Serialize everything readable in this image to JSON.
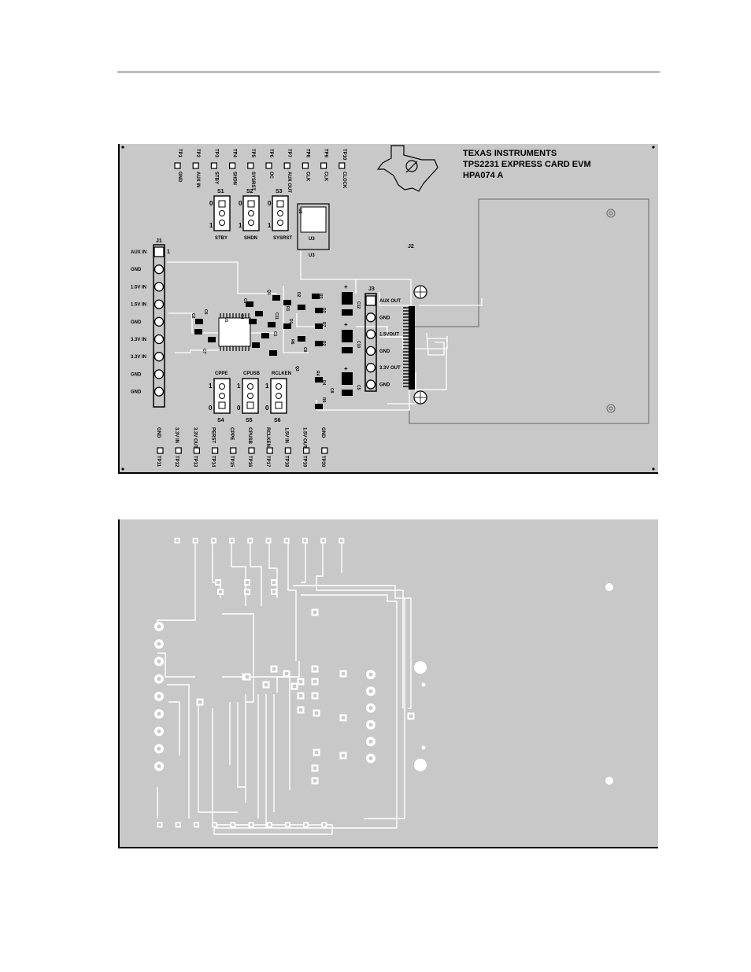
{
  "top_layer": {
    "title_lines": [
      "TEXAS INSTRUMENTS",
      "TPS2231 EXPRESS CARD EVM",
      "HPA074 A"
    ],
    "top_testpoints": [
      {
        "id": "TP1",
        "label": "GND"
      },
      {
        "id": "TP2",
        "label": "AUX IN"
      },
      {
        "id": "TP3",
        "label": "STBY"
      },
      {
        "id": "TP4",
        "label": "SHDN"
      },
      {
        "id": "TP5",
        "label": "SYSRST"
      },
      {
        "id": "TP6",
        "label": "OC"
      },
      {
        "id": "TP7",
        "label": "AUX OUT"
      },
      {
        "id": "TP8",
        "label": "CLK"
      },
      {
        "id": "TP9",
        "label": "CLK"
      },
      {
        "id": "TP10",
        "label": "CLOCK"
      }
    ],
    "bottom_testpoints": [
      {
        "id": "TP11",
        "label": "GND"
      },
      {
        "id": "TP12",
        "label": "3.3V IN"
      },
      {
        "id": "TP13",
        "label": "3.3V OUT"
      },
      {
        "id": "TP14",
        "label": "PERST"
      },
      {
        "id": "TP15",
        "label": "CPPE"
      },
      {
        "id": "TP16",
        "label": "CPUSB"
      },
      {
        "id": "TP17",
        "label": "RCLKEN"
      },
      {
        "id": "TP18",
        "label": "1.5V IN"
      },
      {
        "id": "TP19",
        "label": "1.5V OUT"
      },
      {
        "id": "TP20",
        "label": "GND"
      }
    ],
    "switches_top": [
      {
        "id": "S1",
        "label": "STBY"
      },
      {
        "id": "S2",
        "label": "SHDN"
      },
      {
        "id": "S3",
        "label": "SYSRST"
      }
    ],
    "switches_bottom": [
      {
        "id": "S4",
        "label": "CPPE"
      },
      {
        "id": "S5",
        "label": "CPUSB"
      },
      {
        "id": "S6",
        "label": "RCLKEN"
      }
    ],
    "switch_marks": {
      "zero": "0",
      "one": "1"
    },
    "j1": {
      "id": "J1",
      "pin1": "1",
      "pins": [
        "AUX IN",
        "GND",
        "1.5V IN",
        "1.5V IN",
        "GND",
        "3.3V IN",
        "3.3V IN",
        "GND",
        "GND"
      ]
    },
    "j2": {
      "id": "J2"
    },
    "j3": {
      "id": "J3",
      "pins": [
        "AUX OUT",
        "GND",
        "1.5VOUT",
        "GND",
        "3.3V OUT",
        "GND"
      ]
    },
    "u3": {
      "id": "U3"
    },
    "components": [
      "U1",
      "U2",
      "Q1",
      "Q2",
      "C1",
      "C2",
      "C3",
      "C4",
      "C5",
      "C6",
      "C7",
      "C8",
      "C9",
      "C10",
      "C11",
      "C12",
      "R1",
      "R2",
      "R3",
      "R4",
      "R5",
      "R6",
      "R7",
      "D1",
      "D2",
      "D3",
      "D4"
    ],
    "plus": "+"
  },
  "colors": {
    "board": "#c8c8c8",
    "silk": "#000000",
    "trace": "#ffffff"
  }
}
